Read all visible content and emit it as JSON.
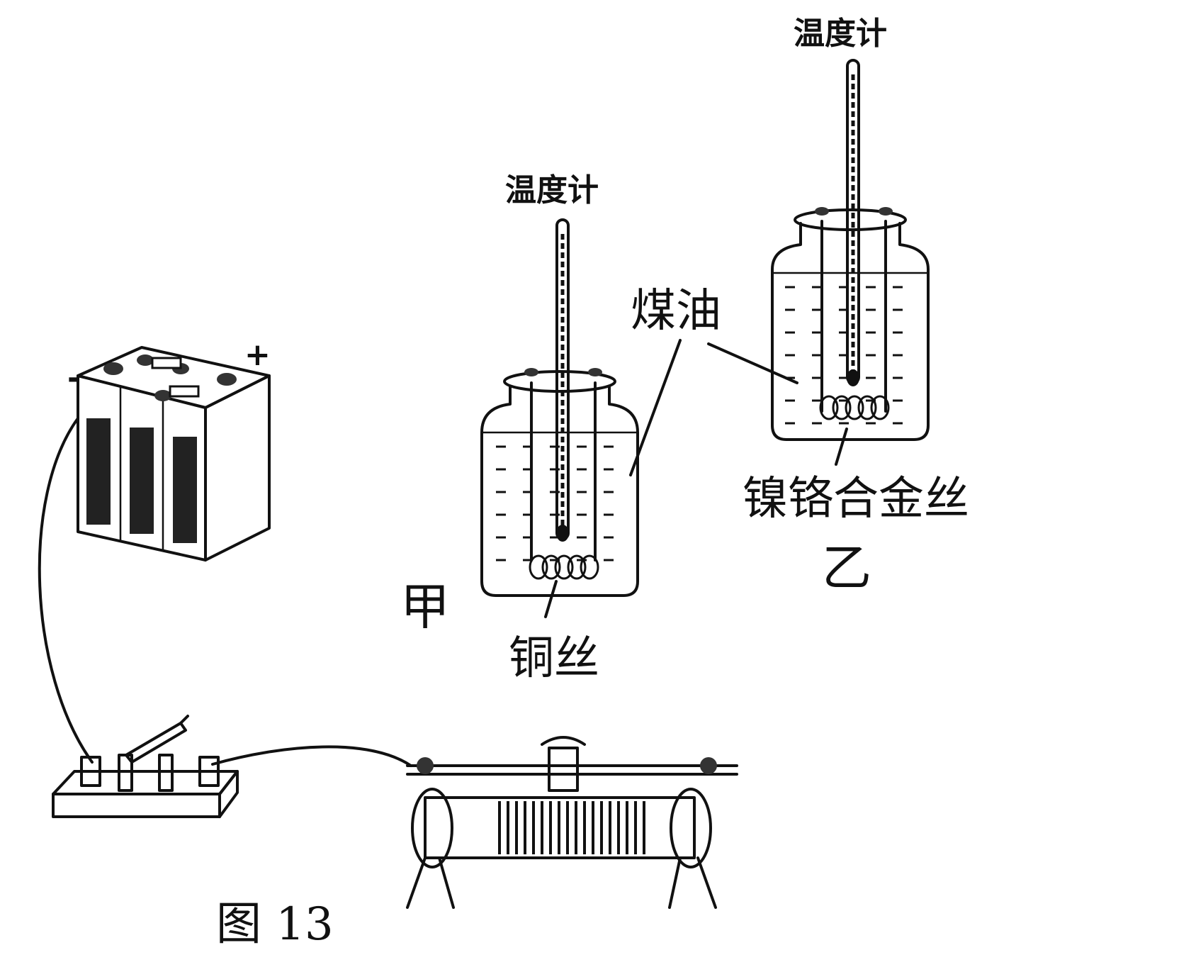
{
  "labels": {
    "thermometer_a": "温度计",
    "thermometer_b": "温度计",
    "kerosene": "煤油",
    "nichrome_wire": "镍铬合金丝",
    "copper_wire": "铜丝",
    "jar_a": "甲",
    "jar_b": "乙",
    "figure_caption": "图 13",
    "battery_minus": "-",
    "battery_plus": "+"
  }
}
